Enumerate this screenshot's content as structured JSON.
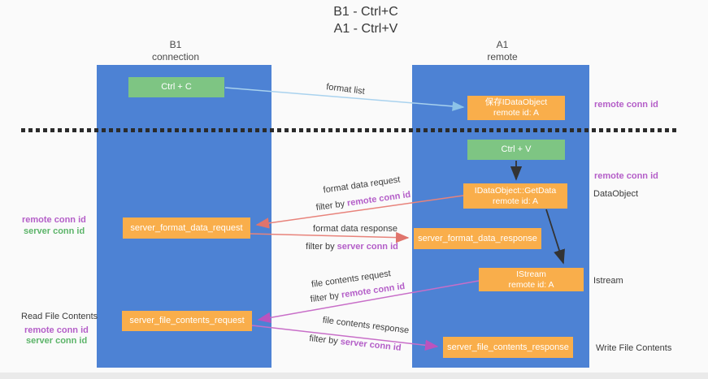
{
  "title": {
    "line1": "B1 - Ctrl+C",
    "line2": "A1 - Ctrl+V"
  },
  "columns": {
    "left": {
      "header_line1": "B1",
      "header_line2": "connection"
    },
    "right": {
      "header_line1": "A1",
      "header_line2": "remote"
    }
  },
  "nodes": {
    "ctrl_c": "Ctrl + C",
    "ctrl_v": "Ctrl + V",
    "save_idataobject": {
      "line1": "保存IDataObject",
      "line2": "remote id: A"
    },
    "getdata": {
      "line1": "IDataObject::GetData",
      "line2": "remote id: A"
    },
    "istream": {
      "line1": "IStream",
      "line2": "remote id: A"
    },
    "format_request": "server_format_data_request",
    "format_response": "server_format_data_response",
    "file_request": "server_file_contents_request",
    "file_response": "server_file_contents_response"
  },
  "edge_labels": {
    "format_list": "format list",
    "format_data_request": "format data request",
    "format_data_response": "format data response",
    "file_contents_request": "file contents request",
    "file_contents_response": "file contents response",
    "filter_prefix": "filter by ",
    "remote_conn_id": "remote conn id",
    "server_conn_id": "server conn id"
  },
  "side_labels": {
    "right_remote_top": "remote conn id",
    "right_remote_mid": "remote conn id",
    "dataobject": "DataObject",
    "istream": "Istream",
    "write_file": "Write File Contents",
    "left_remote_1": "remote conn id",
    "left_server_1": "server conn id",
    "read_file": "Read File Contents",
    "left_remote_2": "remote conn id",
    "left_server_2": "server conn id"
  },
  "colors": {
    "lifeline_blue": "#4d82d4",
    "node_green": "#7ec583",
    "node_orange": "#f9ae4b",
    "arrow_light_blue": "#a9d2ee",
    "arrow_salmon": "#e8837b",
    "arrow_magenta": "#c86ec8",
    "arrow_black": "#333333",
    "text_purple": "#b45ec8",
    "text_green": "#5cb469"
  }
}
